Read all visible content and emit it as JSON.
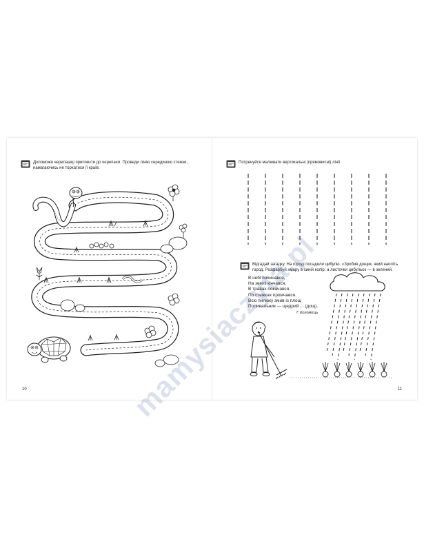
{
  "left_page": {
    "task_text": "Допоможи черепашці приповзти до черепахи. Проведи лінію серединою стежки, намагаючись не торкатися її країв.",
    "page_number": "10"
  },
  "right_page": {
    "task1_text": "Потренуйся малювати вертикальні (прямовисні) лінії.",
    "task2_text": "Відгадай загадку. На городі посадили цибулю. «Зробив дощик, який напоїть город. Розфарбуй хмару в синій колір, а листочки цибульок — в зелений.",
    "poem_lines": [
      "В небі починався,",
      "На землі кінчався,",
      "В травах покачався,",
      "По стежках промчався.",
      "Всю пилюку змив із площ",
      "Поливальник — щедрий ... (дощ)."
    ],
    "poem_author": "Т. Коломієць",
    "page_number": "11"
  },
  "icon": {
    "name": "task-icon",
    "color": "#3a3a3a"
  },
  "watermark": "mamysiaczyta.pl"
}
